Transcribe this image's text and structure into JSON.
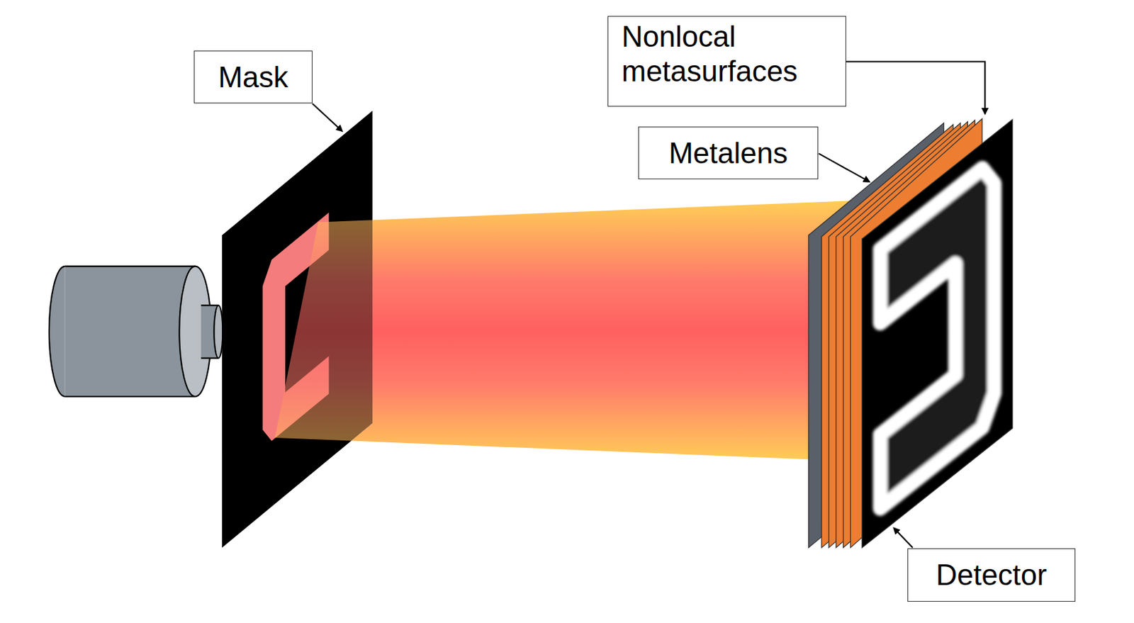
{
  "diagram": {
    "nodes": [
      {
        "text": [
          "Mask"
        ]
      },
      {
        "text": [
          "Nonlocal metasurfaces"
        ]
      },
      {
        "text": [
          "Metalens"
        ]
      },
      {
        "text": [
          "Detector"
        ]
      }
    ]
  }
}
